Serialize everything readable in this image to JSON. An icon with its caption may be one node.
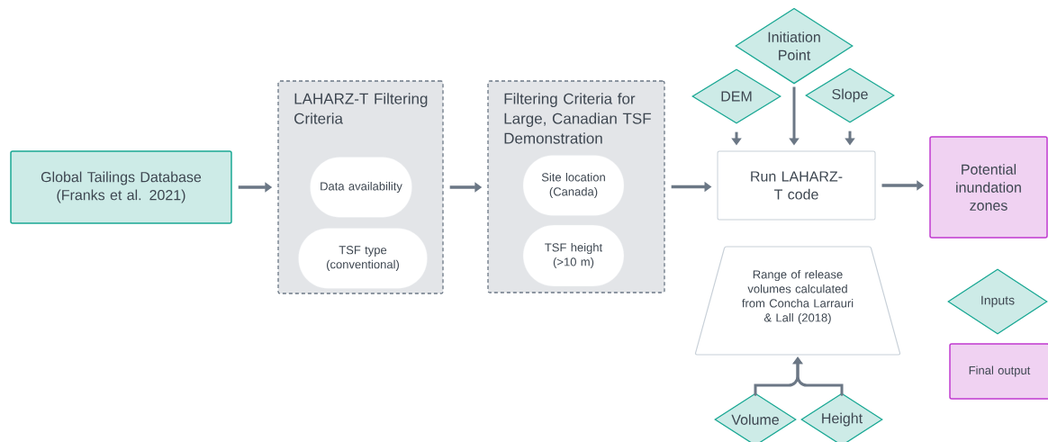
{
  "diagram": {
    "nodes": [
      {
        "text": [
          "Global Tailings Database (Franks et al. 2021)"
        ]
      },
      {
        "text": [
          "LAHARZ-T Filtering Criteria"
        ]
      },
      {
        "text": [
          "Data availability"
        ],
        "in": 1
      },
      {
        "text": [
          "TSF type (conventional)"
        ],
        "in": 1
      },
      {
        "text": [
          "Filtering Criteria for Large, Canadian TSF Demonstration"
        ]
      },
      {
        "text": [
          "Site location (Canada)"
        ],
        "in": 4
      },
      {
        "text": [
          "TSF height (>10 m)"
        ],
        "in": 4
      },
      {
        "text": [
          "Initiation Point"
        ]
      },
      {
        "text": [
          "DEM"
        ]
      },
      {
        "text": [
          "Slope"
        ]
      },
      {
        "text": [
          "Run LAHARZ-T code"
        ]
      },
      {
        "text": [
          "Potential inundation zones"
        ]
      },
      {
        "text": [
          "Range of release volumes calculated from Concha Larrauri & Lall (2018)"
        ]
      },
      {
        "text": [
          "Volume"
        ]
      },
      {
        "text": [
          "Height"
        ]
      },
      {
        "text": [
          "Inputs"
        ]
      },
      {
        "text": [
          "Final output"
        ]
      }
    ],
    "edges": [
      {
        "from": 0,
        "to": 1,
        "arrow": "to"
      },
      {
        "from": 1,
        "to": 4,
        "arrow": "to"
      },
      {
        "from": 4,
        "to": 10,
        "arrow": "to"
      },
      {
        "from": 10,
        "to": 11,
        "arrow": "to"
      },
      {
        "from": 8,
        "to": 10,
        "arrow": "to"
      },
      {
        "from": 7,
        "to": 10,
        "arrow": "to"
      },
      {
        "from": 9,
        "to": 10,
        "arrow": "to"
      },
      {
        "from": 13,
        "to": 12,
        "arrow": "to"
      },
      {
        "from": 14,
        "to": 12,
        "arrow": "to"
      }
    ]
  }
}
